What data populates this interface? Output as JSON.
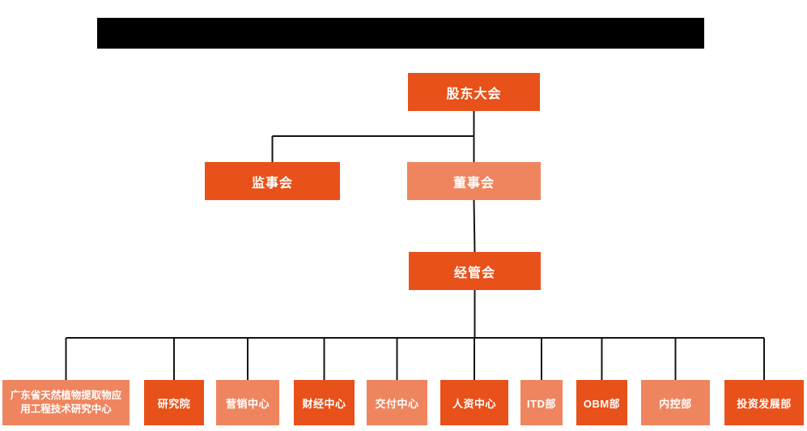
{
  "title_bar": {
    "type": "redacted",
    "text": ""
  },
  "colors": {
    "dark": "#E8511A",
    "light": "#EE855F",
    "line": "#141414",
    "redaction": "#000000",
    "text": "#ffffff",
    "background": "#ffffff"
  },
  "org": {
    "level1": {
      "id": "shareholders-meeting",
      "label": "股东大会",
      "variant": "dark"
    },
    "level2": [
      {
        "id": "supervisory-board",
        "label": "监事会",
        "variant": "dark"
      },
      {
        "id": "board-of-directors",
        "label": "董事会",
        "variant": "light"
      }
    ],
    "level3": {
      "id": "management-committee",
      "label": "经管会",
      "variant": "dark"
    },
    "departments": [
      {
        "id": "guangdong-research-center",
        "label": "广东省天然植物提取物应用工程技术研究中心",
        "variant": "light",
        "small": true
      },
      {
        "id": "research-institute",
        "label": "研究院",
        "variant": "dark"
      },
      {
        "id": "marketing-center",
        "label": "营销中心",
        "variant": "light"
      },
      {
        "id": "finance-center",
        "label": "财经中心",
        "variant": "dark"
      },
      {
        "id": "delivery-center",
        "label": "交付中心",
        "variant": "light"
      },
      {
        "id": "hr-center",
        "label": "人资中心",
        "variant": "dark"
      },
      {
        "id": "itd-dept",
        "label": "ITD部",
        "variant": "light"
      },
      {
        "id": "obm-dept",
        "label": "OBM部",
        "variant": "dark"
      },
      {
        "id": "internal-control-dept",
        "label": "内控部",
        "variant": "light"
      },
      {
        "id": "investment-development-dept",
        "label": "投资发展部",
        "variant": "dark"
      }
    ]
  }
}
